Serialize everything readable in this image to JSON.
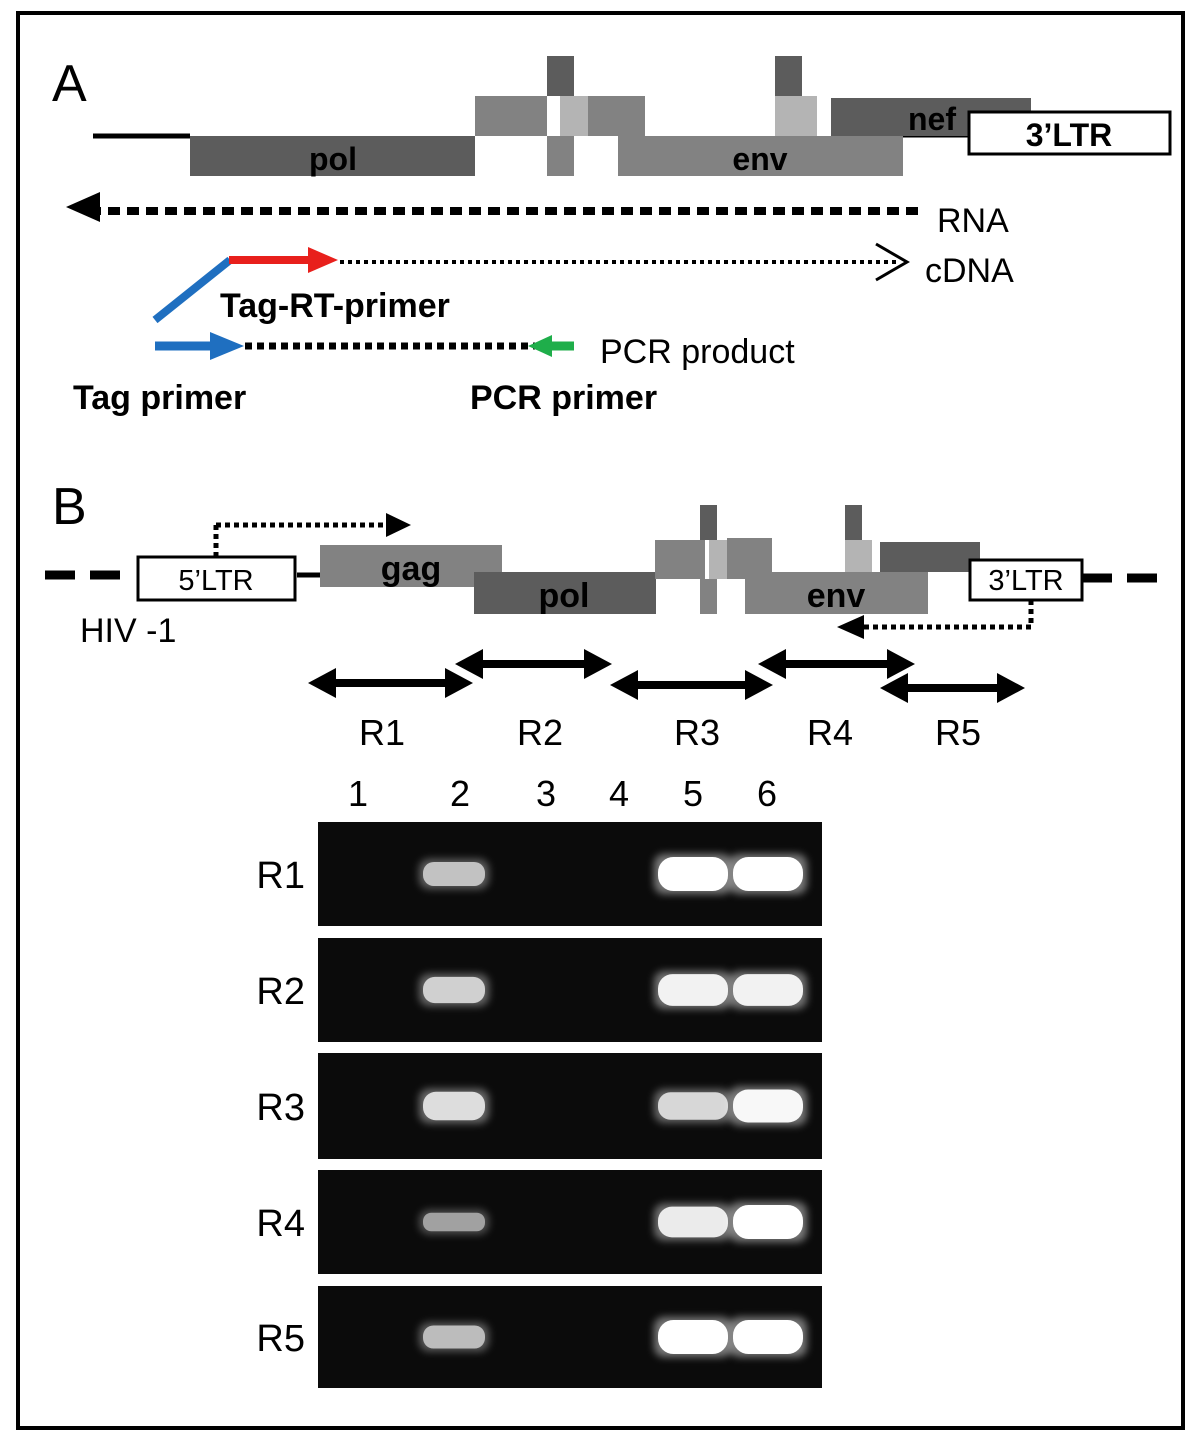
{
  "panel_a": {
    "label": "A",
    "genes": {
      "pol": "pol",
      "env": "env",
      "nef": "nef",
      "ltr3": "3’LTR"
    },
    "rna_label": "RNA",
    "cdna_label": "cDNA",
    "tag_rt_primer": "Tag-RT-primer",
    "pcr_product": "PCR product",
    "tag_primer": "Tag primer",
    "pcr_primer": "PCR primer",
    "colors": {
      "tag": "#1f6fc0",
      "rt": "#e8201c",
      "pcr": "#1fae4a",
      "gene_dark": "#5c5c5c",
      "gene_mid": "#828282",
      "gene_light": "#b4b4b4"
    }
  },
  "panel_b": {
    "label": "B",
    "ltr5": "5’LTR",
    "ltr3": "3’LTR",
    "genes": {
      "gag": "gag",
      "pol": "pol",
      "env": "env"
    },
    "genome": "HIV -1",
    "regions": [
      "R1",
      "R2",
      "R3",
      "R4",
      "R5"
    ]
  },
  "gel": {
    "lanes": [
      "1",
      "2",
      "3",
      "4",
      "5",
      "6"
    ],
    "rows": [
      {
        "label": "R1",
        "bands": [
          0,
          0.55,
          0,
          0,
          1.0,
          1.0
        ]
      },
      {
        "label": "R2",
        "bands": [
          0,
          0.65,
          0,
          0,
          0.9,
          0.9
        ]
      },
      {
        "label": "R3",
        "bands": [
          0,
          0.75,
          0,
          0,
          0.7,
          0.95
        ]
      },
      {
        "label": "R4",
        "bands": [
          0,
          0.3,
          0,
          0,
          0.85,
          1.0
        ]
      },
      {
        "label": "R5",
        "bands": [
          0,
          0.5,
          0,
          0,
          1.0,
          1.0
        ]
      }
    ]
  }
}
